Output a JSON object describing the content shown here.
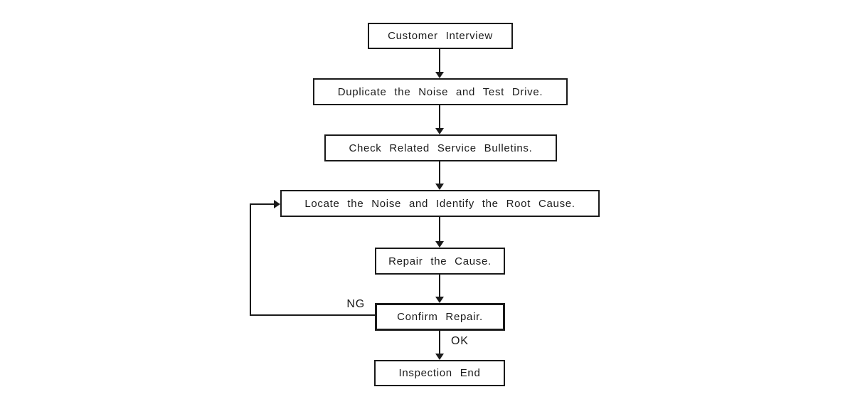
{
  "diagram": {
    "type": "flowchart",
    "description": "Noise diagnosis and repair procedure flowchart",
    "colors": {
      "background": "#ffffff",
      "line": "#1a1a1a",
      "box_fill": "#ffffff"
    },
    "nodes": [
      {
        "id": "customer-interview",
        "label": "Customer Interview"
      },
      {
        "id": "duplicate-noise-test-drive",
        "label": "Duplicate the Noise and Test Drive."
      },
      {
        "id": "check-service-bulletins",
        "label": "Check Related Service Bulletins."
      },
      {
        "id": "locate-noise-root-cause",
        "label": "Locate the Noise and Identify the Root Cause."
      },
      {
        "id": "repair-cause",
        "label": "Repair the Cause."
      },
      {
        "id": "confirm-repair",
        "label": "Confirm Repair."
      },
      {
        "id": "inspection-end",
        "label": "Inspection End"
      }
    ],
    "edges": [
      {
        "from": "customer-interview",
        "to": "duplicate-noise-test-drive",
        "label": ""
      },
      {
        "from": "duplicate-noise-test-drive",
        "to": "check-service-bulletins",
        "label": ""
      },
      {
        "from": "check-service-bulletins",
        "to": "locate-noise-root-cause",
        "label": ""
      },
      {
        "from": "locate-noise-root-cause",
        "to": "repair-cause",
        "label": ""
      },
      {
        "from": "repair-cause",
        "to": "confirm-repair",
        "label": ""
      },
      {
        "from": "confirm-repair",
        "to": "inspection-end",
        "label": "OK"
      },
      {
        "from": "confirm-repair",
        "to": "locate-noise-root-cause",
        "label": "NG"
      }
    ],
    "edge_labels": {
      "ng": "NG",
      "ok": "OK"
    }
  }
}
